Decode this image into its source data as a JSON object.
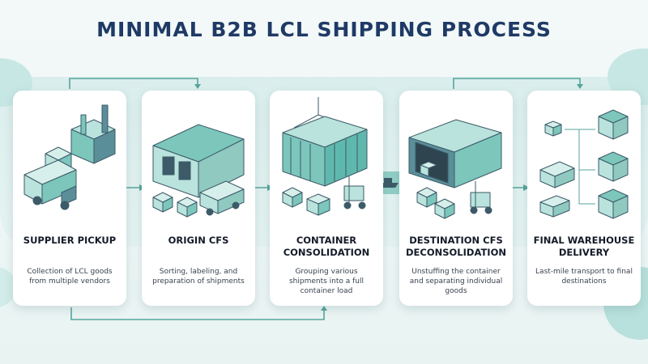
{
  "title": "MINIMAL B2B LCL SHIPPING PROCESS",
  "steps": [
    {
      "title": "SUPPLIER PICKUP",
      "desc": "Collection of LCL goods from multiple vendors",
      "icon": "factory-truck-icon"
    },
    {
      "title": "ORIGIN CFS",
      "desc": "Sorting, labeling, and preparation of shipments",
      "icon": "warehouse-icon"
    },
    {
      "title": "CONTAINER CONSOLIDATION",
      "desc": "Grouping various shipments into a full container load",
      "icon": "container-crane-icon"
    },
    {
      "title": "DESTINATION CFS DECONSOLIDATION",
      "desc": "Unstuffing the container and separating individual goods",
      "icon": "open-container-icon"
    },
    {
      "title": "FINAL WAREHOUSE DELIVERY",
      "desc": "Last-mile transport to final destinations",
      "icon": "delivery-warehouses-icon"
    }
  ],
  "colors": {
    "title": "#1f3a66",
    "accent_teal": "#5fb8ad",
    "dark_slate": "#3c5a68",
    "box_fill": "#b9e3dc",
    "arrow": "#56a59c"
  }
}
